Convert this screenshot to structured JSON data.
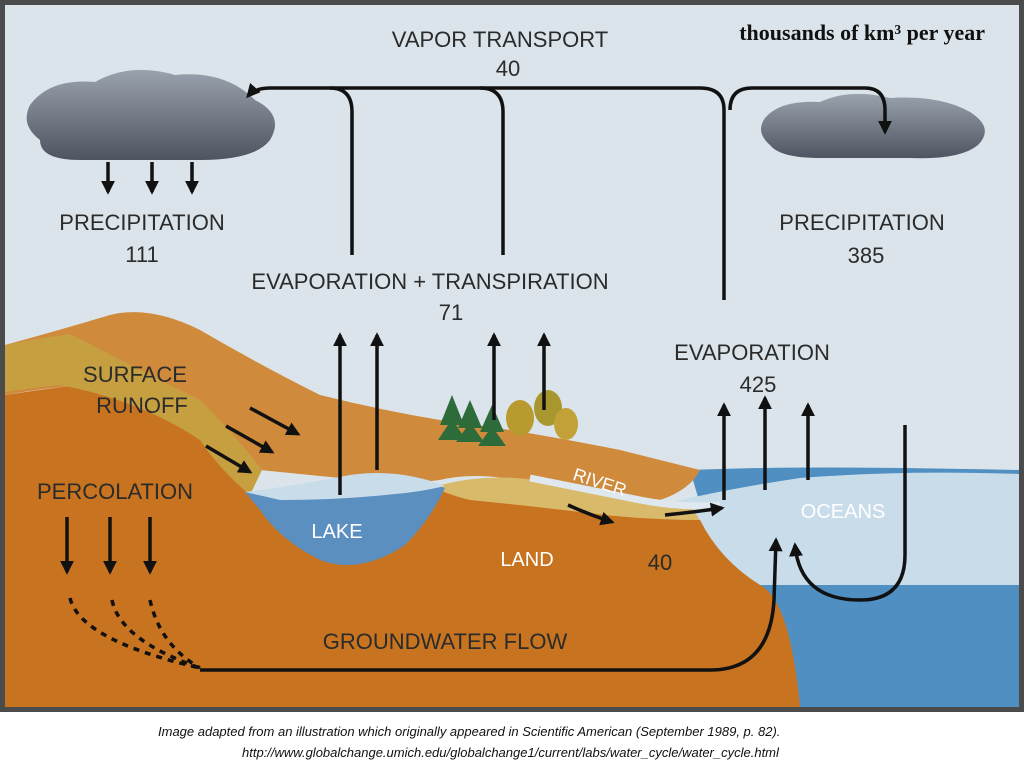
{
  "units": "thousands of km³ per year",
  "labels": {
    "vapor_transport": "VAPOR TRANSPORT",
    "vapor_transport_value": "40",
    "precip_land": "PRECIPITATION",
    "precip_land_value": "111",
    "precip_ocean": "PRECIPITATION",
    "precip_ocean_value": "385",
    "evapotranspiration": "EVAPORATION + TRANSPIRATION",
    "evapotranspiration_value": "71",
    "evaporation": "EVAPORATION",
    "evaporation_value": "425",
    "surface_runoff_1": "SURFACE",
    "surface_runoff_2": "RUNOFF",
    "percolation": "PERCOLATION",
    "lake": "LAKE",
    "river": "RIVER",
    "land": "LAND",
    "oceans": "OCEANS",
    "river_flow_value": "40",
    "groundwater_flow": "GROUNDWATER FLOW"
  },
  "caption": {
    "line1": "Image adapted from an illustration which originally appeared in Scientific American (September 1989, p. 82).",
    "line2": "http://www.globalchange.umich.edu/globalchange1/current/labs/water_cycle/water_cycle.html"
  },
  "colors": {
    "sky": "#dbe4ea",
    "land": "#c7731f",
    "hill_light": "#cf8a3c",
    "grass": "#c6a040",
    "lake": "#5b8fc0",
    "ocean_light": "#c9dcea",
    "ocean_deep": "#4f8fc2",
    "cloud": "#6b7280",
    "frame": "#4b4b4b"
  }
}
